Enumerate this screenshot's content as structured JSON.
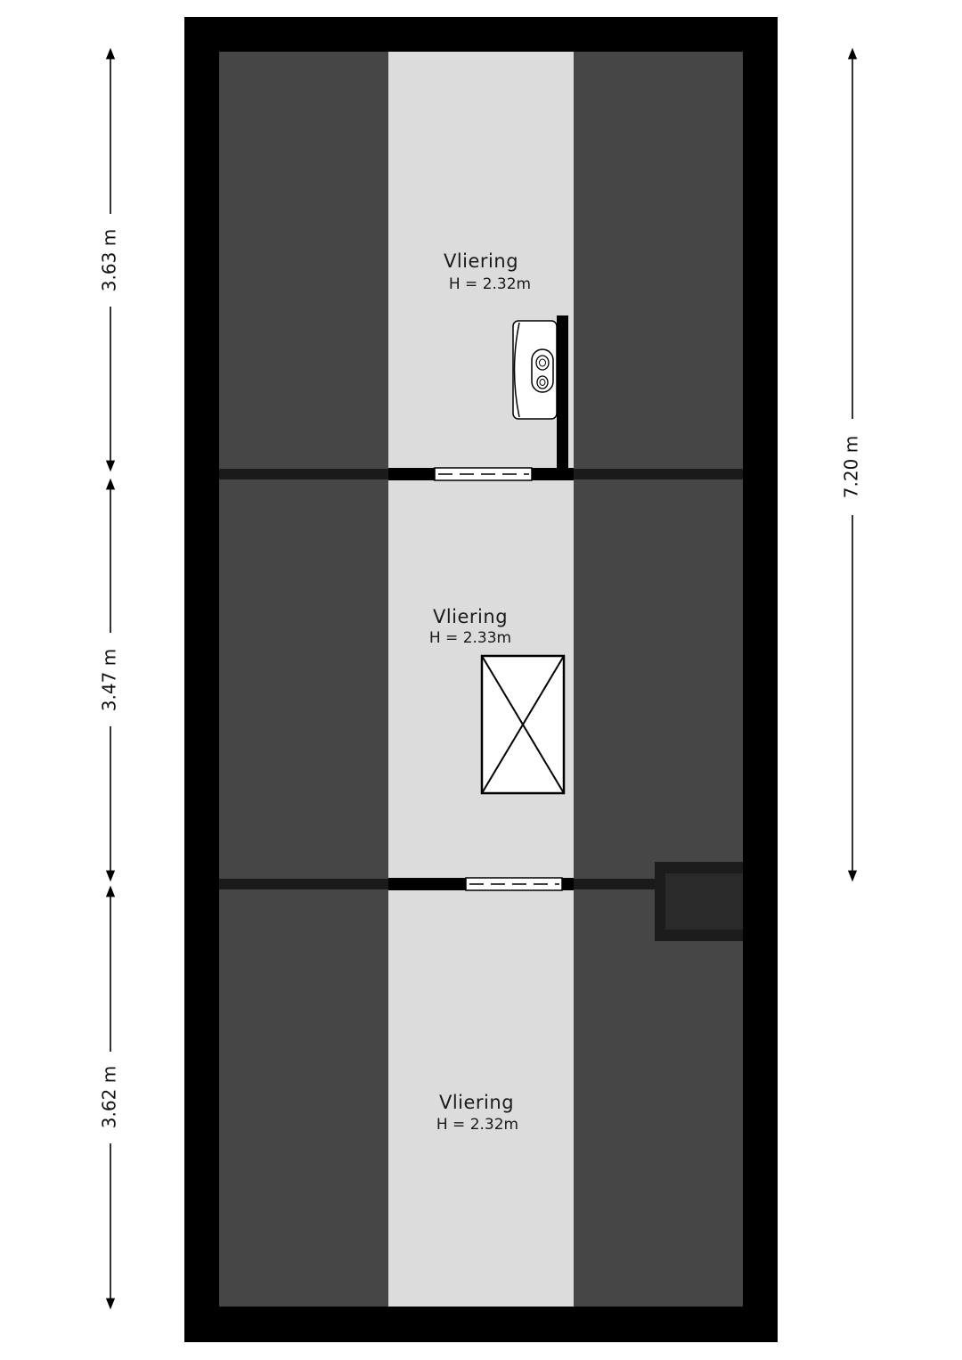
{
  "colors": {
    "outer_wall": "#000000",
    "low_ceiling_zone": "#464646",
    "walkable_floor": "#dcdcdc",
    "interior_wall": "#141414",
    "chimney": "#2a2a2a",
    "dimension_line": "#000000"
  },
  "rooms": [
    {
      "name": "Vliering",
      "height": "H = 2.32m"
    },
    {
      "name": "Vliering",
      "height": "H = 2.33m"
    },
    {
      "name": "Vliering",
      "height": "H = 2.32m"
    }
  ],
  "dimensions": {
    "left": [
      "3.63 m",
      "3.47 m",
      "3.62 m"
    ],
    "right": "7.20 m"
  },
  "symbols": {
    "boiler": "central-heating-boiler-icon",
    "hatch": "roof-hatch-icon",
    "chimney": "chimney-icon"
  }
}
